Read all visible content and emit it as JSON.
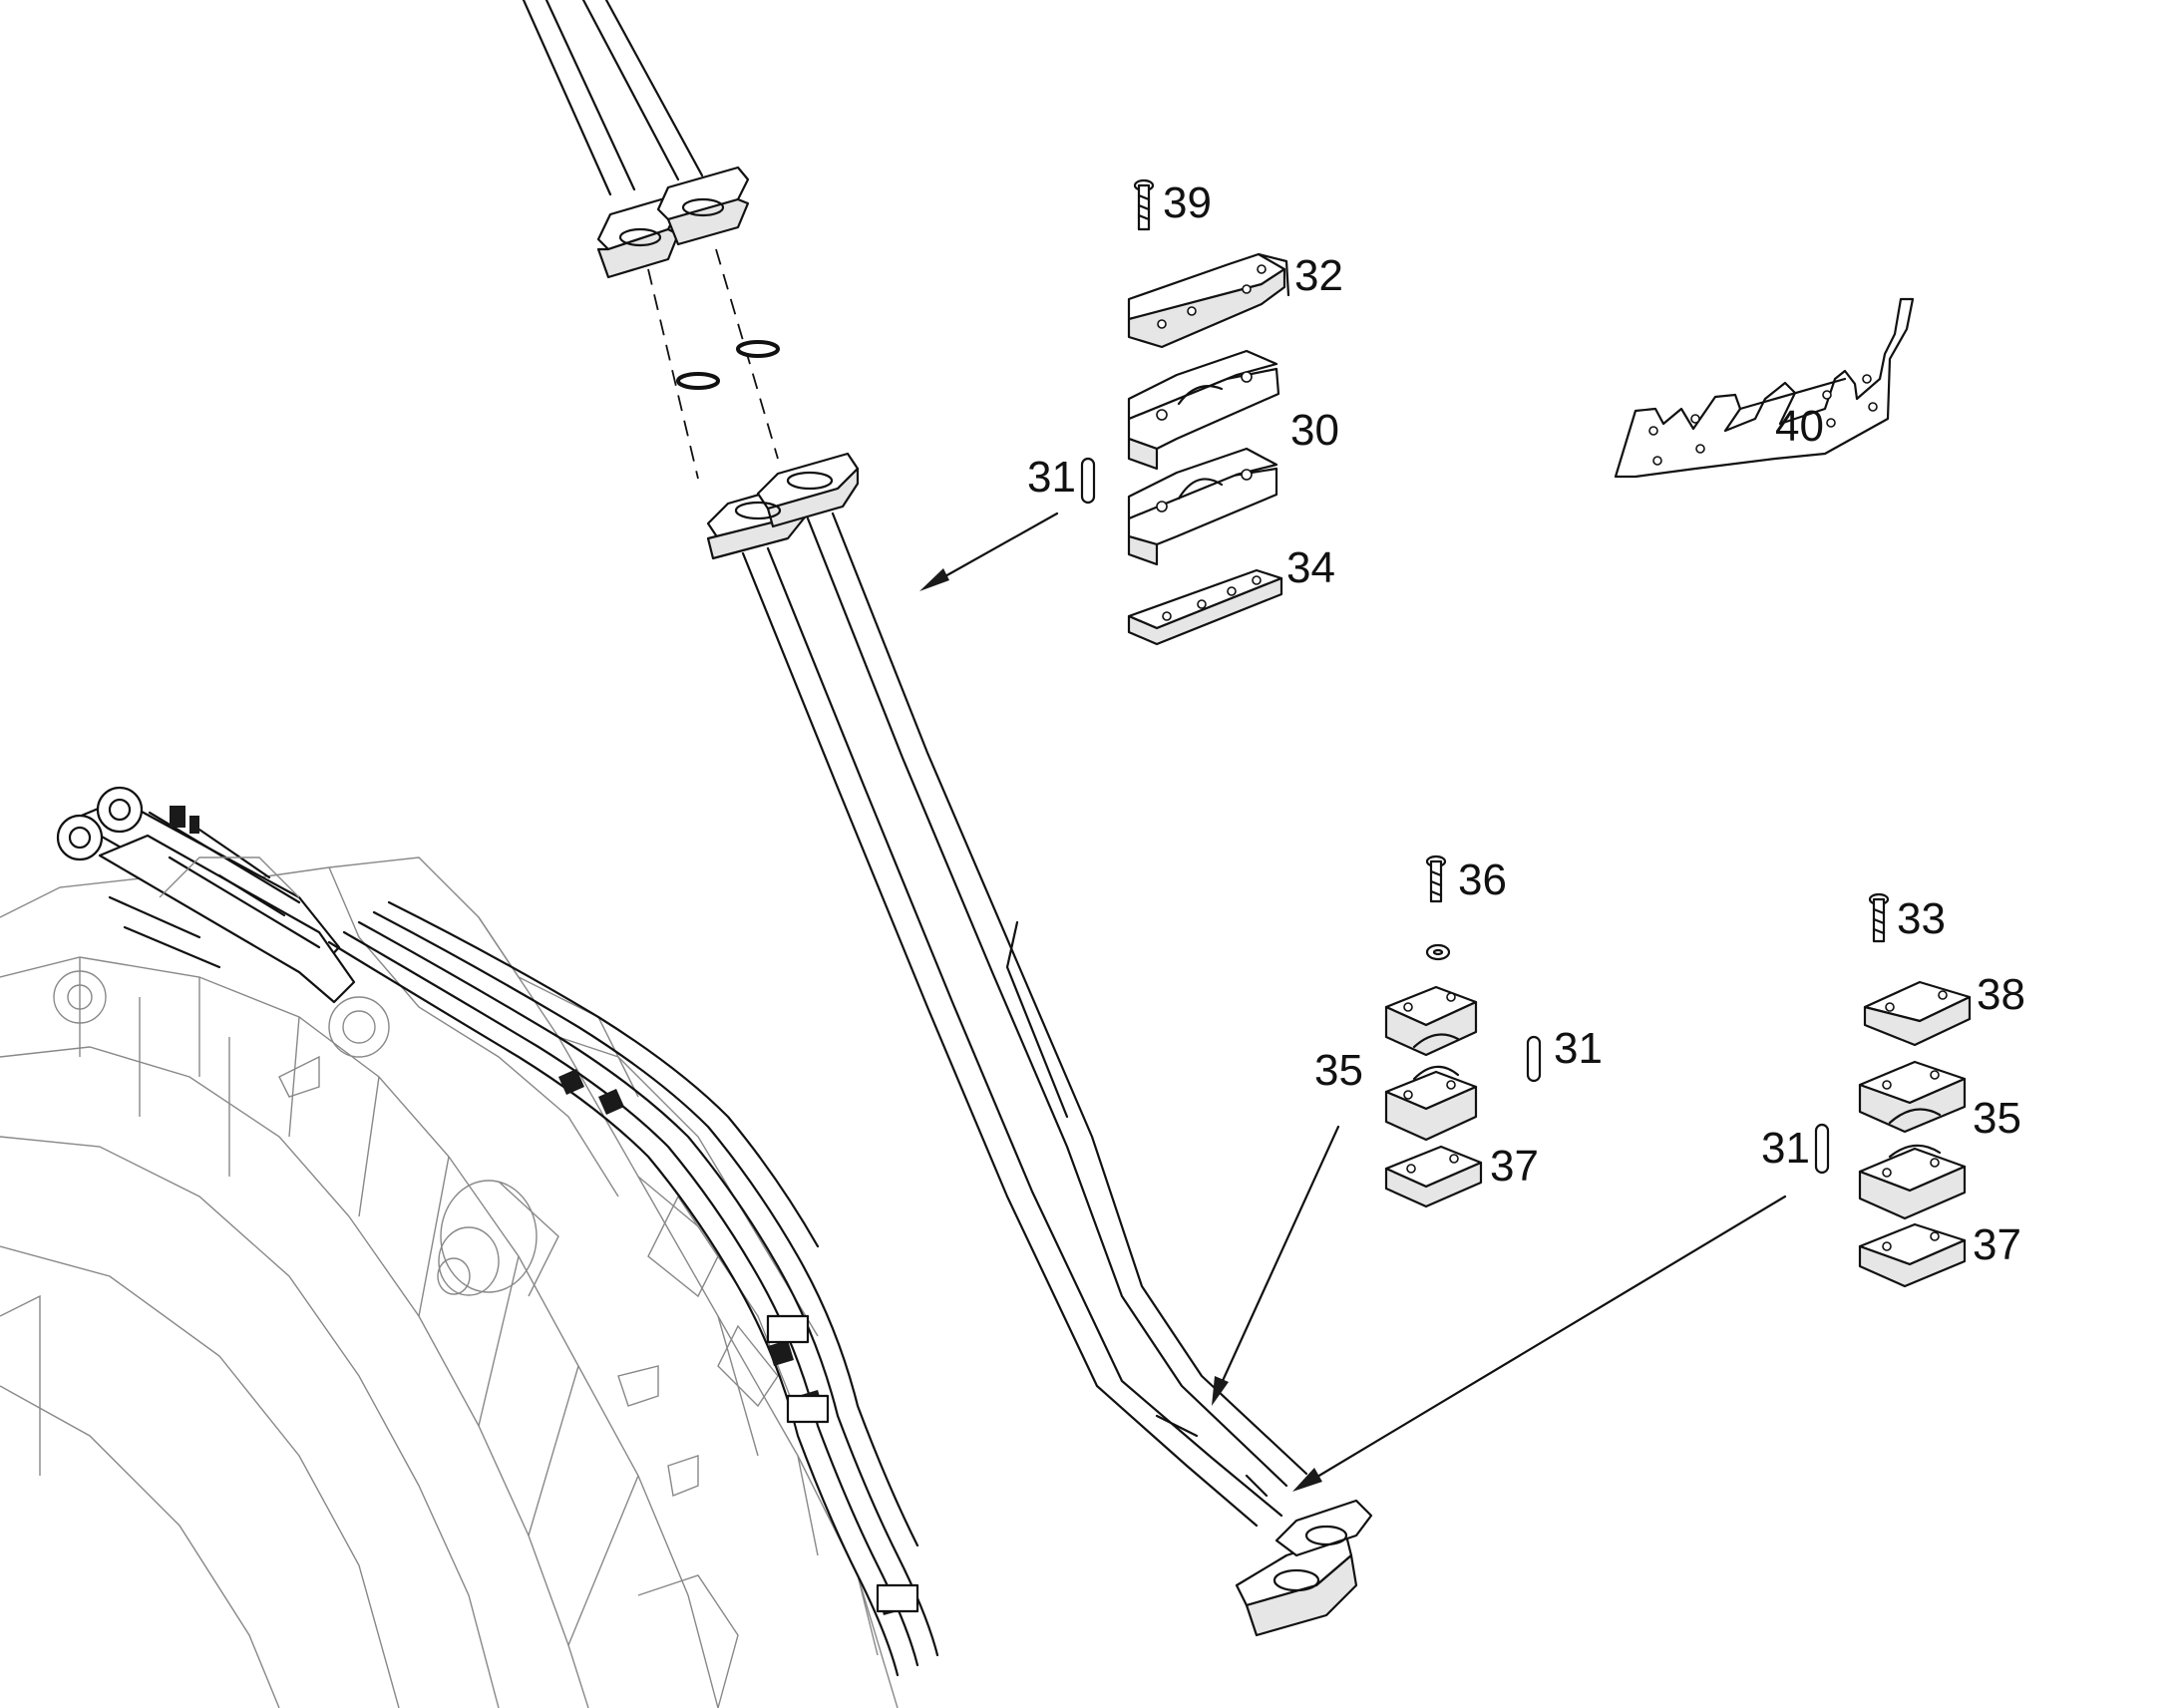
{
  "diagram": {
    "callouts": {
      "c39": "39",
      "c32": "32",
      "c30": "30",
      "c31a": "31",
      "c34": "34",
      "c40": "40",
      "c36": "36",
      "c33": "33",
      "c38": "38",
      "c31b": "31",
      "c35a": "35",
      "c35b": "35",
      "c31c": "31",
      "c37a": "37",
      "c37b": "37"
    },
    "colors": {
      "line": "#111111",
      "light_line": "#888888",
      "background": "#ffffff"
    }
  }
}
